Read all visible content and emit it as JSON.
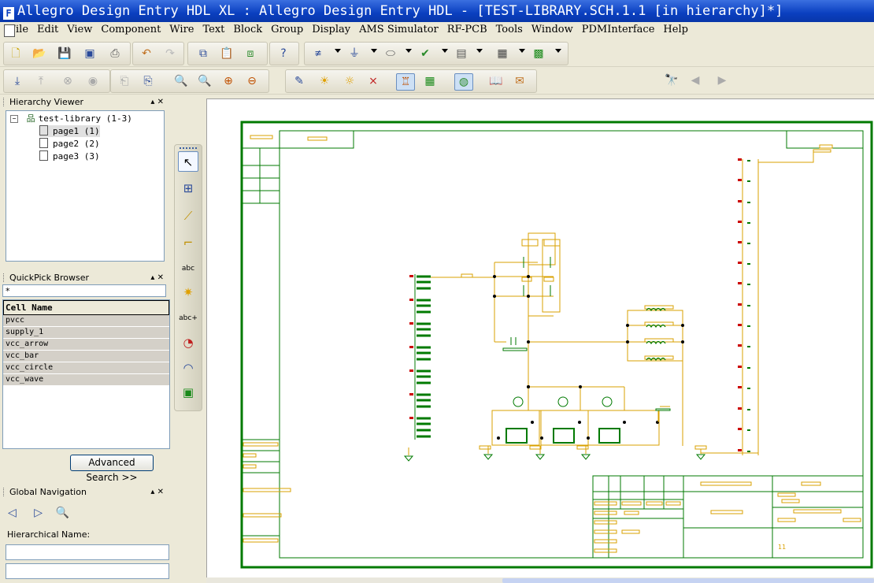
{
  "window": {
    "title": "Allegro Design Entry HDL XL : Allegro Design Entry HDL - [TEST-LIBRARY.SCH.1.1 [in hierarchy]*]"
  },
  "menu": [
    "File",
    "Edit",
    "View",
    "Component",
    "Wire",
    "Text",
    "Block",
    "Group",
    "Display",
    "AMS Simulator",
    "RF-PCB",
    "Tools",
    "Window",
    "PDMInterface",
    "Help"
  ],
  "hierarchy_viewer": {
    "title": "Hierarchy Viewer",
    "root": "test-library (1-3)",
    "pages": [
      "page1 (1)",
      "page2 (2)",
      "page3 (3)"
    ],
    "selected_index": 0
  },
  "quickpick": {
    "title": "QuickPick Browser",
    "filter_value": "*",
    "column_header": "Cell Name",
    "cells": [
      "pvcc",
      "supply_1",
      "vcc_arrow",
      "vcc_bar",
      "vcc_circle",
      "vcc_wave"
    ],
    "advanced_search_label": "Advanced Search >>"
  },
  "global_navigation": {
    "title": "Global Navigation",
    "hierarchical_name_label": "Hierarchical Name:",
    "hierarchical_name_value": ""
  },
  "panel_controls": "▴ ✕",
  "schematic": {
    "sheet_number": "11"
  },
  "colors": {
    "titlebar": "#0a3fc0",
    "border_green": "#007a00",
    "wire_orange": "#d9a000",
    "pin_red": "#cc0000"
  }
}
